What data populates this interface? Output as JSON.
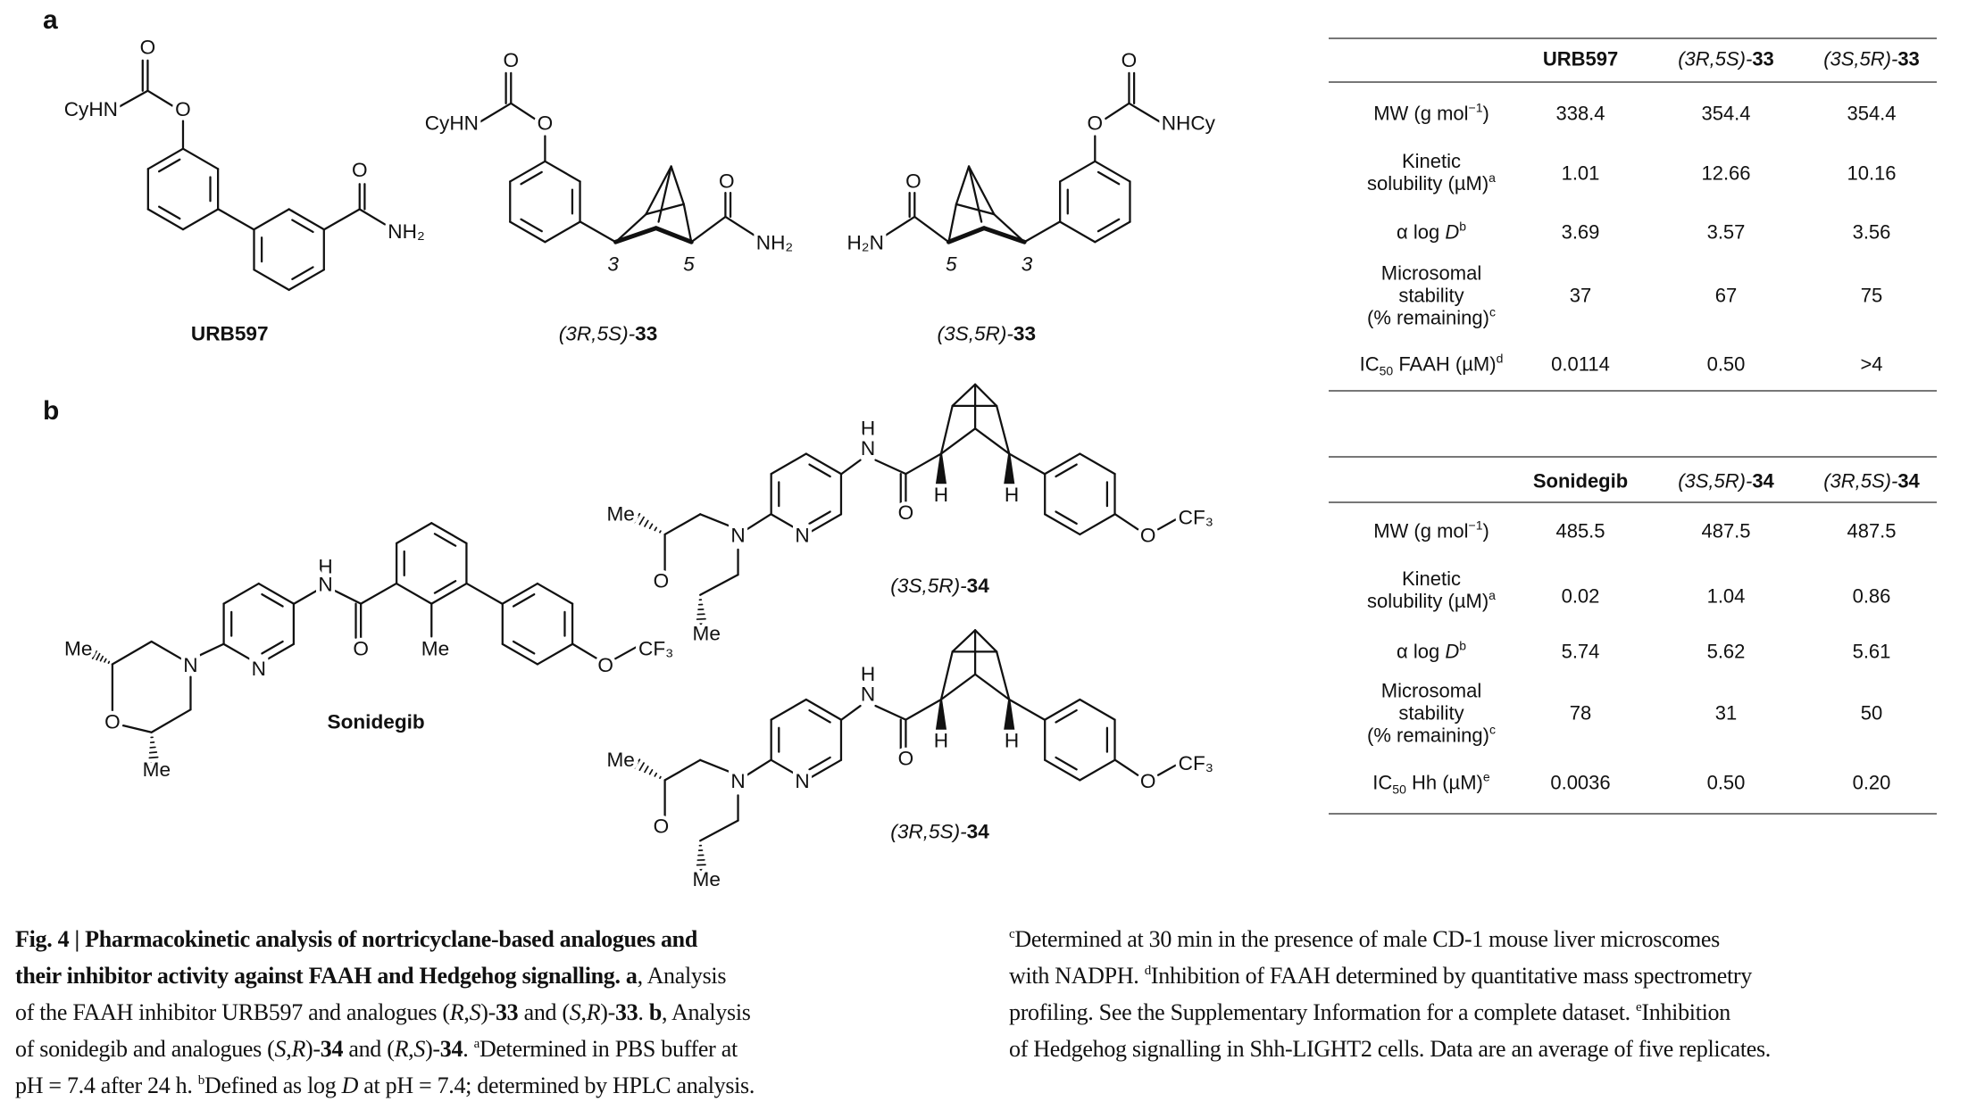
{
  "panels": {
    "a": "a",
    "b": "b"
  },
  "structures": {
    "urb597": {
      "name": "URB597",
      "cyhn": "CyHN",
      "o_carbonyl": "O",
      "o_ester": "O",
      "o_amide": "O",
      "nh2": "NH₂"
    },
    "c33_rs": {
      "name_stereo": "(3R,5S)-",
      "name_num": "33",
      "cyhn": "CyHN",
      "o_carbonyl": "O",
      "o_ester": "O",
      "o_amide": "O",
      "nh2": "NH₂",
      "pos3": "3",
      "pos5": "5"
    },
    "c33_sr": {
      "name_stereo": "(3S,5R)-",
      "name_num": "33",
      "nhcy": "NHCy",
      "o_carbonyl": "O",
      "o_ester": "O",
      "o_amide": "O",
      "h2n": "H₂N",
      "pos5": "5",
      "pos3": "3"
    },
    "sonidegib": {
      "name": "Sonidegib",
      "me1": "Me",
      "me2": "Me",
      "me3": "Me",
      "o_morph": "O",
      "n_morph": "N",
      "n_pyr": "N",
      "nh_h": "H",
      "nh_n": "N",
      "o_amide": "O",
      "o_ether": "O",
      "cf3": "CF₃"
    },
    "c34_sr": {
      "name_stereo": "(3S,5R)-",
      "name_num": "34",
      "me1": "Me",
      "me2": "Me",
      "o_morph": "O",
      "n_morph": "N",
      "n_pyr": "N",
      "nh_h": "H",
      "nh_n": "N",
      "o_amide": "O",
      "h1": "H",
      "h2": "H",
      "o_ether": "O",
      "cf3": "CF₃"
    },
    "c34_rs": {
      "name_stereo": "(3R,5S)-",
      "name_num": "34",
      "me1": "Me",
      "me2": "Me",
      "o_morph": "O",
      "n_morph": "N",
      "n_pyr": "N",
      "nh_h": "H",
      "nh_n": "N",
      "o_amide": "O",
      "h1": "H",
      "h2": "H",
      "o_ether": "O",
      "cf3": "CF₃"
    }
  },
  "table_a": {
    "headers": [
      {
        "bold": "URB597"
      },
      {
        "stereo": "(3R,5S)-",
        "num": "33"
      },
      {
        "stereo": "(3S,5R)-",
        "num": "33"
      }
    ],
    "rows": [
      {
        "label": "MW (g mol",
        "sup": "−1",
        "post": ")",
        "values": [
          "338.4",
          "354.4",
          "354.4"
        ]
      },
      {
        "label1": "Kinetic",
        "label2": "solubility (µM)",
        "sup": "a",
        "values": [
          "1.01",
          "12.66",
          "10.16"
        ]
      },
      {
        "label": "α log ",
        "ital": "D",
        "sup": "b",
        "values": [
          "3.69",
          "3.57",
          "3.56"
        ]
      },
      {
        "label1": "Microsomal",
        "label2": "stability",
        "label3": "(% remaining)",
        "sup": "c",
        "values": [
          "37",
          "67",
          "75"
        ]
      },
      {
        "label": "IC",
        "sub": "50",
        "post": " FAAH (µM)",
        "sup": "d",
        "values": [
          "0.0114",
          "0.50",
          ">4"
        ]
      }
    ]
  },
  "table_b": {
    "headers": [
      {
        "bold": "Sonidegib"
      },
      {
        "stereo": "(3S,5R)-",
        "num": "34"
      },
      {
        "stereo": "(3R,5S)-",
        "num": "34"
      }
    ],
    "rows": [
      {
        "label": "MW (g mol",
        "sup": "−1",
        "post": ")",
        "values": [
          "485.5",
          "487.5",
          "487.5"
        ]
      },
      {
        "label1": "Kinetic",
        "label2": "solubility (µM)",
        "sup": "a",
        "values": [
          "0.02",
          "1.04",
          "0.86"
        ]
      },
      {
        "label": "α log ",
        "ital": "D",
        "sup": "b",
        "values": [
          "5.74",
          "5.62",
          "5.61"
        ]
      },
      {
        "label1": "Microsomal",
        "label2": "stability",
        "label3": "(% remaining)",
        "sup": "c",
        "values": [
          "78",
          "31",
          "50"
        ]
      },
      {
        "label": "IC",
        "sub": "50",
        "post": " Hh (µM)",
        "sup": "e",
        "values": [
          "0.0036",
          "0.50",
          "0.20"
        ]
      }
    ]
  },
  "caption": {
    "left": [
      [
        {
          "t": "Fig. 4 | Pharmacokinetic analysis of nortricyclane-based analogues and",
          "s": "b"
        }
      ],
      [
        {
          "t": "their inhibitor activity against FAAH and Hedgehog signalling.",
          "s": "b"
        },
        {
          "t": " "
        },
        {
          "t": "a",
          "s": "b"
        },
        {
          "t": ", Analysis"
        }
      ],
      [
        {
          "t": "of the FAAH inhibitor URB597 and analogues ("
        },
        {
          "t": "R",
          "s": "i"
        },
        {
          "t": ","
        },
        {
          "t": "S",
          "s": "i"
        },
        {
          "t": ")-"
        },
        {
          "t": "33",
          "s": "b"
        },
        {
          "t": " and ("
        },
        {
          "t": "S",
          "s": "i"
        },
        {
          "t": ","
        },
        {
          "t": "R",
          "s": "i"
        },
        {
          "t": ")-"
        },
        {
          "t": "33",
          "s": "b"
        },
        {
          "t": ". "
        },
        {
          "t": "b",
          "s": "b"
        },
        {
          "t": ", Analysis"
        }
      ],
      [
        {
          "t": "of sonidegib and analogues ("
        },
        {
          "t": "S",
          "s": "i"
        },
        {
          "t": ","
        },
        {
          "t": "R",
          "s": "i"
        },
        {
          "t": ")-"
        },
        {
          "t": "34",
          "s": "b"
        },
        {
          "t": " and ("
        },
        {
          "t": "R",
          "s": "i"
        },
        {
          "t": ","
        },
        {
          "t": "S",
          "s": "i"
        },
        {
          "t": ")-"
        },
        {
          "t": "34",
          "s": "b"
        },
        {
          "t": ". "
        },
        {
          "t": "a",
          "s": "sup"
        },
        {
          "t": "Determined in PBS buffer at"
        }
      ],
      [
        {
          "t": "pH = 7.4 after 24 h. "
        },
        {
          "t": "b",
          "s": "sup"
        },
        {
          "t": "Defined as log "
        },
        {
          "t": "D",
          "s": "i"
        },
        {
          "t": " at pH = 7.4; determined by HPLC analysis."
        }
      ]
    ],
    "right": [
      [
        {
          "t": "c",
          "s": "sup"
        },
        {
          "t": "Determined at 30 min in the presence of male CD-1 mouse liver microscomes"
        }
      ],
      [
        {
          "t": "with NADPH. "
        },
        {
          "t": "d",
          "s": "sup"
        },
        {
          "t": "Inhibition of FAAH determined by quantitative mass spectrometry"
        }
      ],
      [
        {
          "t": "profiling. See the Supplementary Information for a complete dataset. "
        },
        {
          "t": "e",
          "s": "sup"
        },
        {
          "t": "Inhibition"
        }
      ],
      [
        {
          "t": "of Hedgehog signalling in Shh-LIGHT2 cells. Data are an average of five replicates."
        }
      ]
    ]
  }
}
